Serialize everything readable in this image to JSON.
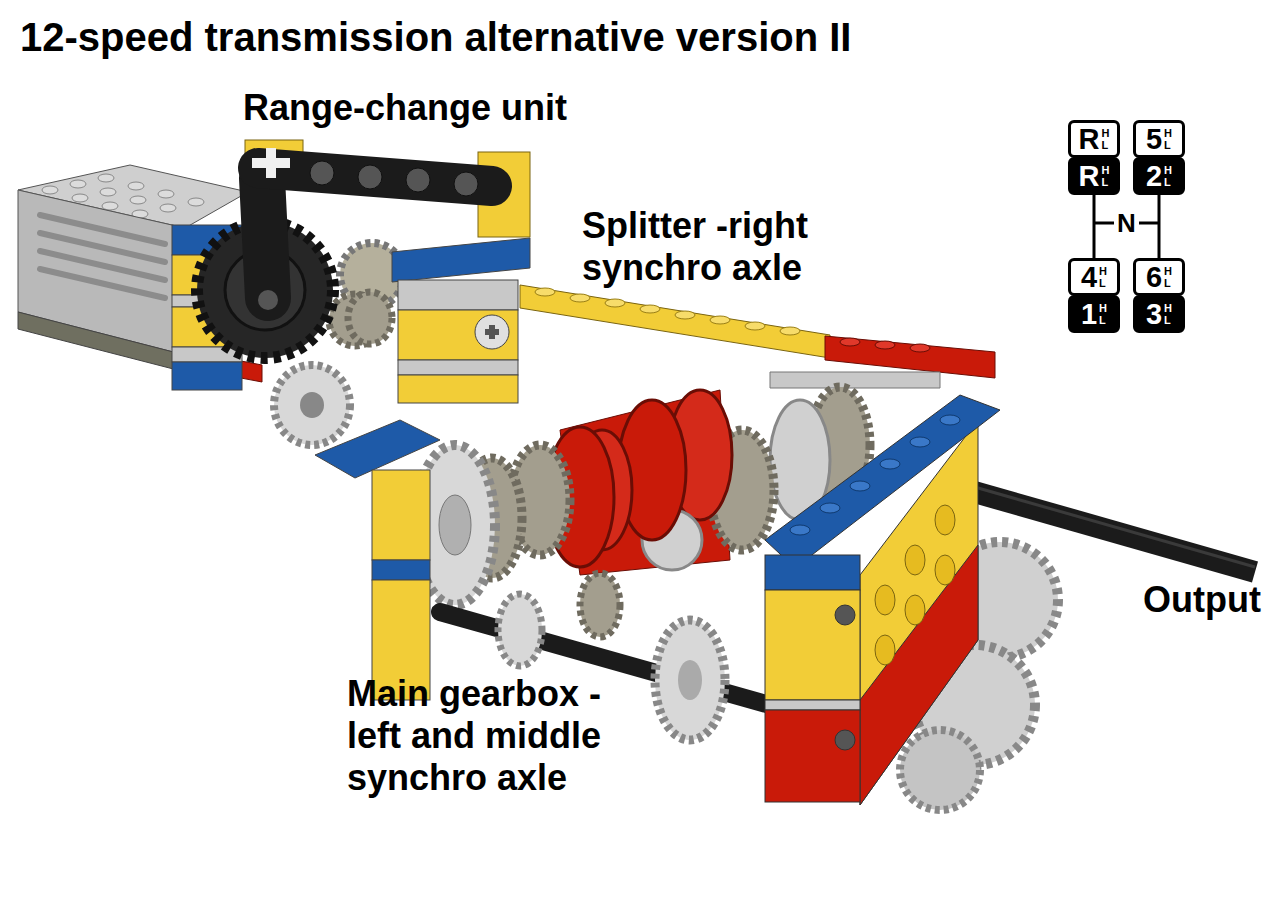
{
  "diagram": {
    "title": "12-speed transmission alternative version II",
    "nodes": [
      {
        "text": [
          "R",
          "H",
          "L"
        ]
      },
      {
        "text": [
          "5",
          "H",
          "L"
        ]
      },
      {
        "text": [
          "R",
          "H",
          "L"
        ]
      },
      {
        "text": [
          "2",
          "H",
          "L"
        ]
      },
      {
        "text": [
          "4",
          "H",
          "L"
        ]
      },
      {
        "text": [
          "6",
          "H",
          "L"
        ]
      },
      {
        "text": [
          "1",
          "H",
          "L"
        ]
      },
      {
        "text": [
          "3",
          "H",
          "L"
        ]
      }
    ],
    "labels": [
      "Range-change unit",
      "Splitter -right synchro axle",
      "N",
      "Main gearbox -left and middle synchro axle",
      "Output"
    ]
  }
}
